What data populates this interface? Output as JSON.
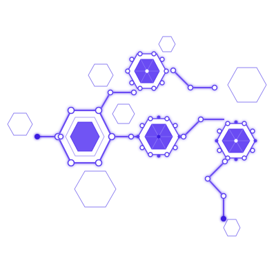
{
  "colors": {
    "background": "#ffffff",
    "primary": "#5a3cf0",
    "primary_light": "#7b66f5",
    "glow": "#b9aaff",
    "node_fill": "#ffffff",
    "outline_faint": "#8a7cf0",
    "core_dark": "#3b1fe0"
  },
  "diagram": {
    "description_free": true,
    "elements": [
      "hexagon-cluster-large",
      "hexagon-cluster-top",
      "hexagon-cluster-middle",
      "hexagon-cluster-right",
      "decorative-hexagons",
      "connector-lines",
      "connector-nodes"
    ]
  }
}
